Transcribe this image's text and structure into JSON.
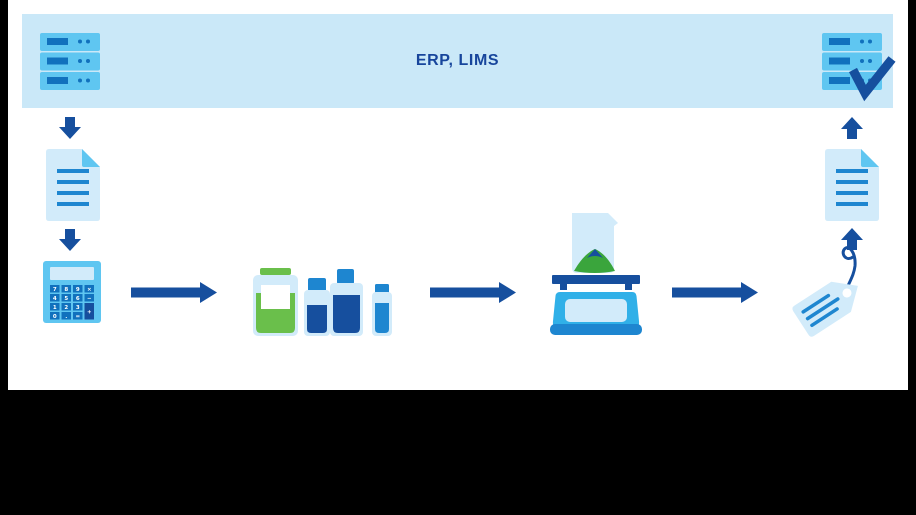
{
  "banner": {
    "label": "ERP, LIMS"
  },
  "calculator": {
    "keys": [
      "7",
      "8",
      "9",
      "×",
      "4",
      "5",
      "6",
      "−",
      "1",
      "2",
      "3",
      "0",
      ".",
      "=",
      "+"
    ]
  },
  "colors": {
    "banner_bg": "#cae8f8",
    "pale_blue": "#d2ebfa",
    "sky_blue": "#5fc6f1",
    "scale_blue": "#30b0e8",
    "blue": "#1e86d0",
    "deep_blue": "#1171bd",
    "navy": "#164f9e",
    "green": "#6abf4b",
    "leaf_green": "#3aa53c",
    "frame": "#000000",
    "canvas": "#ffffff",
    "text": "#17459c"
  },
  "flow": {
    "nodes": [
      "server-stack-icon",
      "document-icon",
      "calculator-icon",
      "reagent-bottles-icon",
      "lab-balance-icon",
      "label-tag-icon",
      "document-icon",
      "server-stack-check-icon"
    ],
    "arrows": [
      "down",
      "down",
      "right",
      "right",
      "right",
      "up",
      "up"
    ]
  }
}
